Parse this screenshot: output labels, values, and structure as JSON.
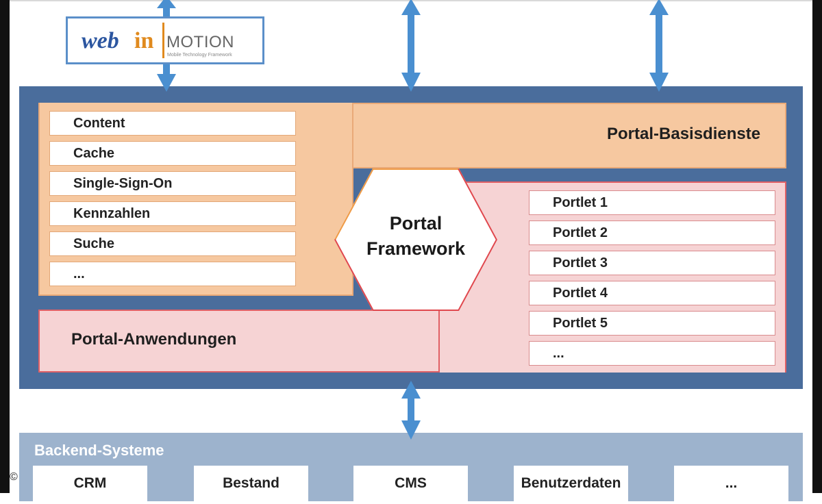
{
  "logo": {
    "web": "web",
    "in": "in",
    "motion": "MOTION",
    "tagline": "Mobile Technology Framework"
  },
  "basisdienste": {
    "title": "Portal-Basisdienste",
    "items": [
      "Content",
      "Cache",
      "Single-Sign-On",
      "Kennzahlen",
      "Suche",
      "..."
    ]
  },
  "framework": {
    "line1": "Portal",
    "line2": "Framework"
  },
  "anwendungen": {
    "title": "Portal-Anwendungen",
    "portlets": [
      "Portlet 1",
      "Portlet 2",
      "Portlet 3",
      "Portlet 4",
      "Portlet 5",
      "..."
    ]
  },
  "backend": {
    "title": "Backend-Systeme",
    "systems": [
      "CRM",
      "Bestand",
      "CMS",
      "Benutzerdaten",
      "..."
    ]
  },
  "copyright": "©",
  "colors": {
    "portal_blue": "#4a6d9c",
    "arrow_blue": "#4a8fd0",
    "basis_orange": "#f6c8a0",
    "anw_pink": "#f6d3d4",
    "anw_border": "#e06065",
    "backend_blue": "#9db3cd"
  }
}
